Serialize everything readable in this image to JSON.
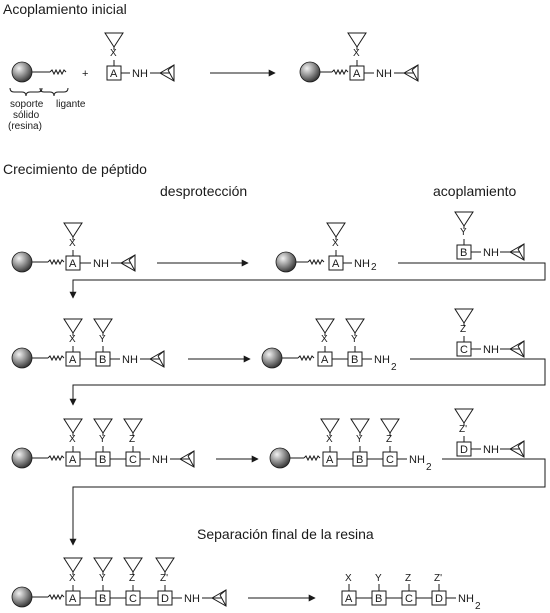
{
  "headings": {
    "initial": "Acoplamiento inicial",
    "growth": "Crecimiento de péptido",
    "deprotection": "desprotección",
    "coupling": "acoplamiento",
    "cleavage": "Separación final de la resina"
  },
  "labels": {
    "support_l1": "soporte",
    "support_l2": "sólido",
    "support_l3": "(resina)",
    "linker": "ligante",
    "plus": "+",
    "nh": "NH",
    "nh2": "NH",
    "sub2": "2"
  },
  "residues": [
    "A",
    "B",
    "C",
    "D"
  ],
  "protecting_groups": [
    "X",
    "Y",
    "Z",
    "Z'"
  ],
  "colors": {
    "line": "#1a1a1a",
    "bead_light": "#f2f2f2",
    "bead_dark": "#2b2b2b"
  }
}
